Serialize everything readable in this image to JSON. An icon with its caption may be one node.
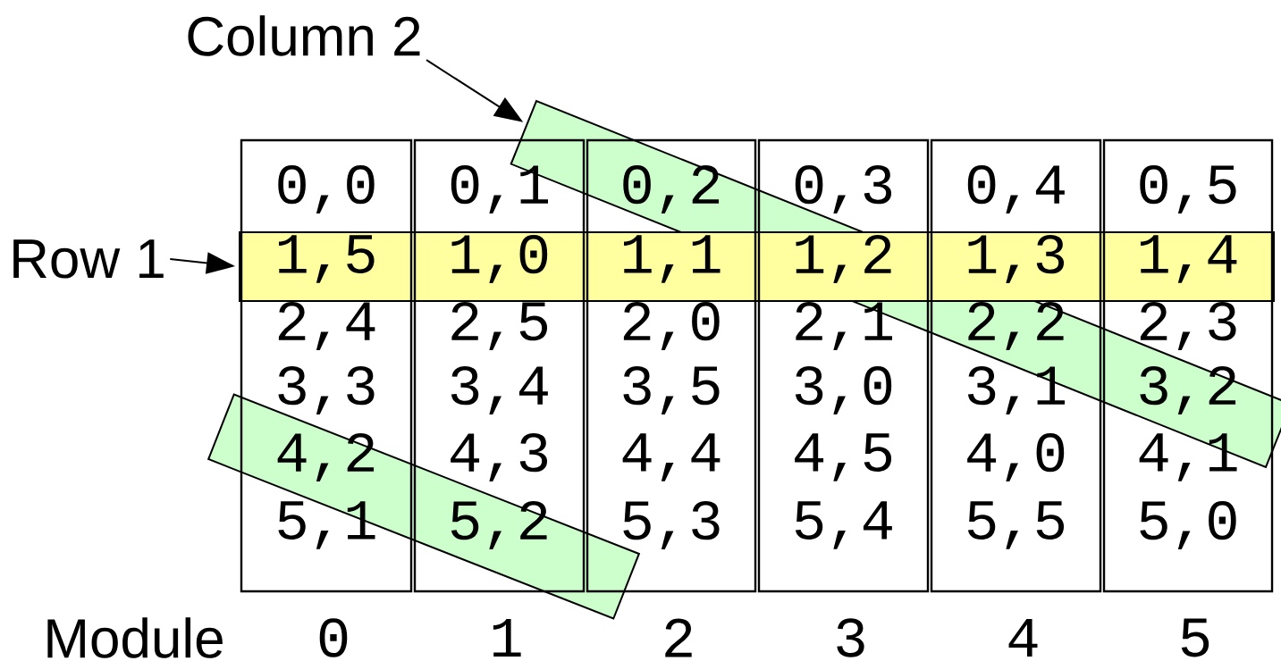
{
  "diagram": {
    "nodes": [
      {
        "text": [
          "Column 2"
        ]
      },
      {
        "text": [
          "Row 1"
        ]
      },
      {
        "text": [
          "0,0",
          "2,4",
          "3,3",
          "4,2",
          "5,1"
        ]
      },
      {
        "text": [
          "0,1",
          "2,5",
          "3,4",
          "4,3",
          "5,2"
        ]
      },
      {
        "text": [
          "0,2",
          "2,0",
          "3,5",
          "4,4",
          "5,3"
        ]
      },
      {
        "text": [
          "0,3",
          "2,1",
          "3,0",
          "4,5",
          "5,4"
        ]
      },
      {
        "text": [
          "0,4",
          "2,2",
          "3,1",
          "4,0",
          "5,5"
        ]
      },
      {
        "text": [
          "0,5",
          "2,3",
          "3,2",
          "4,1",
          "5,0"
        ]
      },
      {
        "text": [
          "1,5",
          "1,0",
          "1,1",
          "1,2",
          "1,3",
          "1,4"
        ]
      },
      {
        "text": [],
        "shape": "bar"
      },
      {
        "text": [],
        "shape": "bar"
      }
    ],
    "edges": [
      {
        "from": 0,
        "to": 9,
        "arrow": "to"
      },
      {
        "from": 1,
        "to": 8,
        "arrow": "to"
      }
    ],
    "labels": [
      "Module",
      "0",
      "1",
      "2",
      "3",
      "4",
      "5"
    ]
  }
}
